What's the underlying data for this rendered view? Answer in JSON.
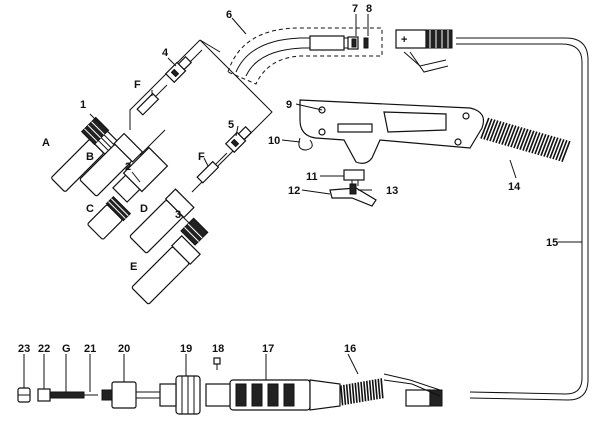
{
  "labels": {
    "n1": "1",
    "n2": "2",
    "n3": "3",
    "n4": "4",
    "n5": "5",
    "n6": "6",
    "n7": "7",
    "n8": "8",
    "n9": "9",
    "n10": "10",
    "n11": "11",
    "n12": "12",
    "n13": "13",
    "n14": "14",
    "n15": "15",
    "n16": "16",
    "n17": "17",
    "n18": "18",
    "n19": "19",
    "n20": "20",
    "n21": "21",
    "n22": "22",
    "n23": "23",
    "A": "A",
    "B": "B",
    "C": "C",
    "D": "D",
    "E": "E",
    "F1": "F",
    "F2": "F",
    "G": "G"
  },
  "plug_marks": {
    "plus": "+"
  }
}
